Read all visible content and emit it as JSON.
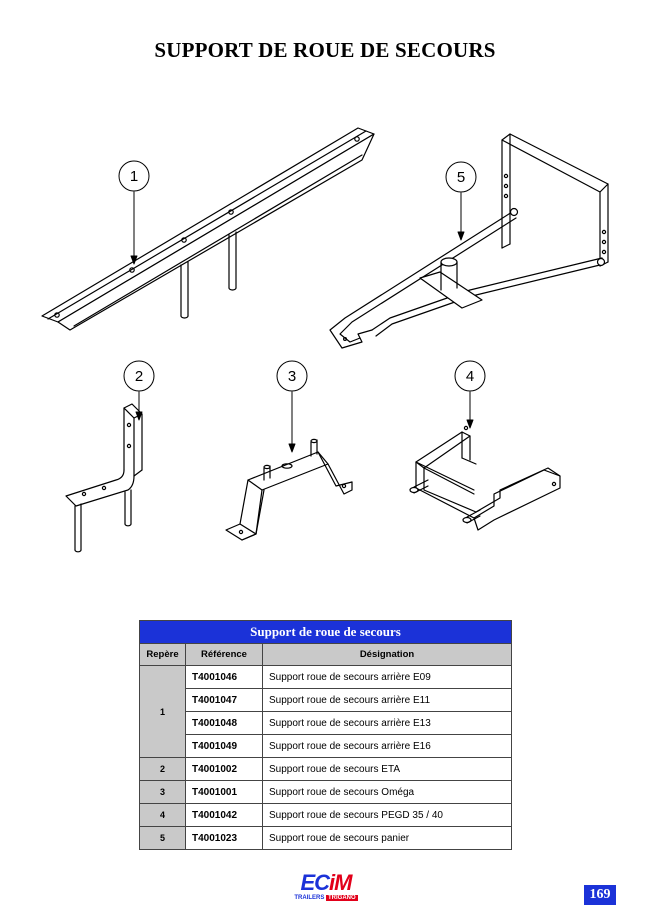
{
  "page": {
    "title": "SUPPORT DE ROUE DE SECOURS",
    "number": "169"
  },
  "callouts": [
    "1",
    "2",
    "3",
    "4",
    "5"
  ],
  "table": {
    "caption": "Support de roue de secours",
    "headers": {
      "repere": "Repère",
      "reference": "Référence",
      "designation": "Désignation"
    },
    "groups": [
      {
        "repere": "1",
        "rows": [
          {
            "reference": "T4001046",
            "designation": "Support roue de secours arrière E09"
          },
          {
            "reference": "T4001047",
            "designation": "Support roue de secours arrière E11"
          },
          {
            "reference": "T4001048",
            "designation": "Support roue de secours arrière E13"
          },
          {
            "reference": "T4001049",
            "designation": "Support roue de secours arrière E16"
          }
        ]
      },
      {
        "repere": "2",
        "rows": [
          {
            "reference": "T4001002",
            "designation": "Support roue de secours ETA"
          }
        ]
      },
      {
        "repere": "3",
        "rows": [
          {
            "reference": "T4001001",
            "designation": "Support roue de secours Oméga"
          }
        ]
      },
      {
        "repere": "4",
        "rows": [
          {
            "reference": "T4001042",
            "designation": "Support roue de secours PEGD 35 / 40"
          }
        ]
      },
      {
        "repere": "5",
        "rows": [
          {
            "reference": "T4001023",
            "designation": "Support roue de secours panier"
          }
        ]
      }
    ]
  },
  "logo": {
    "word_main": "EC",
    "word_accent": "iM",
    "sub_text": "TRAILERS",
    "sub_tag": "TRIGANO"
  },
  "colors": {
    "accent_blue": "#1b32d8",
    "header_grey": "#c9c9c9",
    "logo_red": "#e2001a"
  }
}
